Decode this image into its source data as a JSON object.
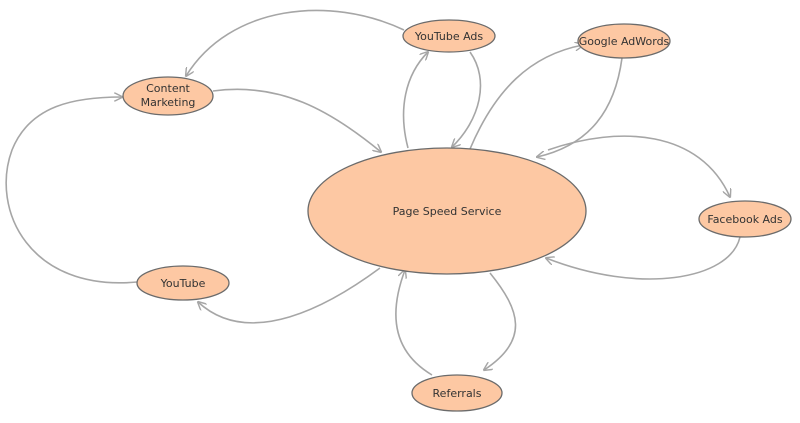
{
  "nodes": {
    "hub": {
      "label": "Page Speed Service"
    },
    "youtube_ads": {
      "label": "YouTube Ads"
    },
    "google_adwords": {
      "label": "Google AdWords"
    },
    "content_marketing": {
      "label_line1": "Content",
      "label_line2": "Marketing"
    },
    "facebook_ads": {
      "label": "Facebook Ads"
    },
    "youtube": {
      "label": "YouTube"
    },
    "referrals": {
      "label": "Referrals"
    }
  },
  "edges": [
    {
      "from": "YouTube Ads",
      "to": "Content Marketing"
    },
    {
      "from": "Content Marketing",
      "to": "Page Speed Service"
    },
    {
      "from": "Page Speed Service",
      "to": "YouTube Ads"
    },
    {
      "from": "YouTube Ads",
      "to": "Page Speed Service"
    },
    {
      "from": "Page Speed Service",
      "to": "Google AdWords"
    },
    {
      "from": "Google AdWords",
      "to": "Page Speed Service"
    },
    {
      "from": "Page Speed Service",
      "to": "Facebook Ads"
    },
    {
      "from": "Facebook Ads",
      "to": "Page Speed Service"
    },
    {
      "from": "Page Speed Service",
      "to": "YouTube"
    },
    {
      "from": "YouTube",
      "to": "Content Marketing"
    },
    {
      "from": "Page Speed Service",
      "to": "Referrals"
    },
    {
      "from": "Referrals",
      "to": "Page Speed Service"
    }
  ],
  "colors": {
    "node_fill": "#fdc8a3",
    "node_stroke": "#6b6b6b",
    "edge": "#a6a6a6",
    "text": "#333333"
  }
}
